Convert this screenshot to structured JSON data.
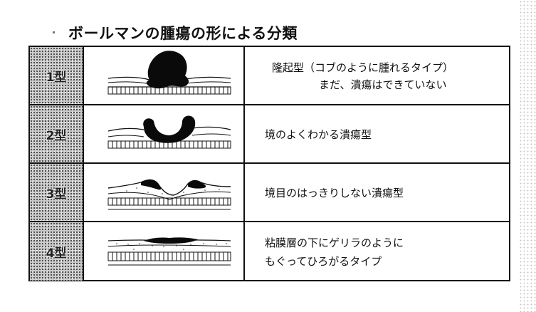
{
  "title": "ボールマンの腫瘍の形による分類",
  "rows": [
    {
      "type": "1型",
      "lines": [
        "隆起型（コブのように腫れるタイプ）",
        "まだ、潰瘍はできていない"
      ]
    },
    {
      "type": "2型",
      "lines": [
        "境のよくわかる潰瘍型"
      ]
    },
    {
      "type": "3型",
      "lines": [
        "境目のはっきりしない潰瘍型"
      ]
    },
    {
      "type": "4型",
      "lines": [
        "粘膜層の下にゲリラのように",
        "もぐってひろがるタイプ"
      ]
    }
  ]
}
